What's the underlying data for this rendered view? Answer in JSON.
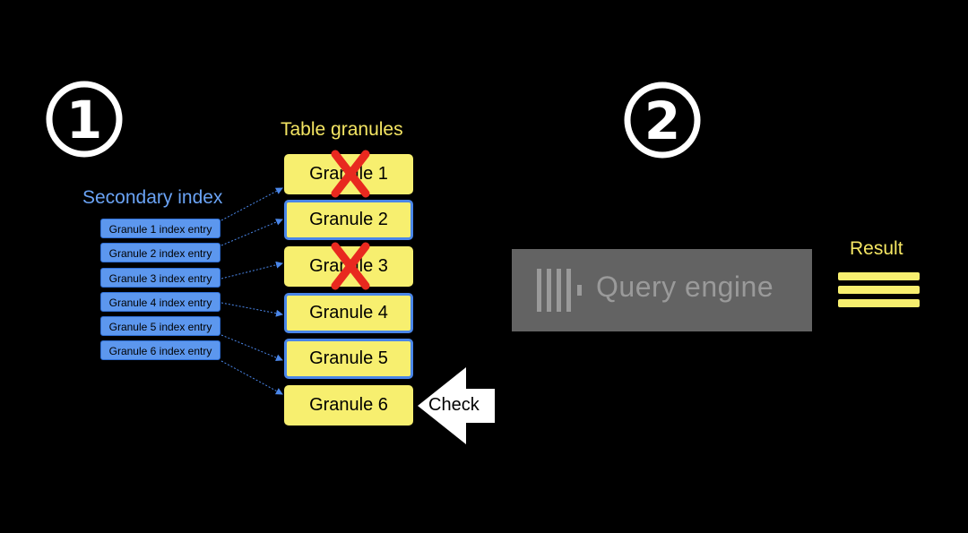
{
  "steps": {
    "one": "①",
    "two": "②"
  },
  "table_granules_title": "Table granules",
  "secondary_index_title": "Secondary index",
  "index_entries": [
    "Granule 1 index entry",
    "Granule 2 index entry",
    "Granule 3 index entry",
    "Granule 4 index entry",
    "Granule 5 index entry",
    "Granule 6 index entry"
  ],
  "granules": [
    {
      "label": "Granule 1",
      "state": "excluded"
    },
    {
      "label": "Granule 2",
      "state": "selected"
    },
    {
      "label": "Granule 3",
      "state": "excluded"
    },
    {
      "label": "Granule 4",
      "state": "selected"
    },
    {
      "label": "Granule 5",
      "state": "selected"
    },
    {
      "label": "Granule 6",
      "state": "checking"
    }
  ],
  "check_label": "Check",
  "query_engine_label": "Query engine",
  "result_label": "Result",
  "cross_glyph": "✖",
  "colors": {
    "granule_fill": "#f7ef6f",
    "selected_border": "#4a86e8",
    "index_fill": "#5c97ee",
    "cross": "#e8291f",
    "heading_yellow": "#f5e663",
    "heading_blue": "#6aa3f5"
  }
}
